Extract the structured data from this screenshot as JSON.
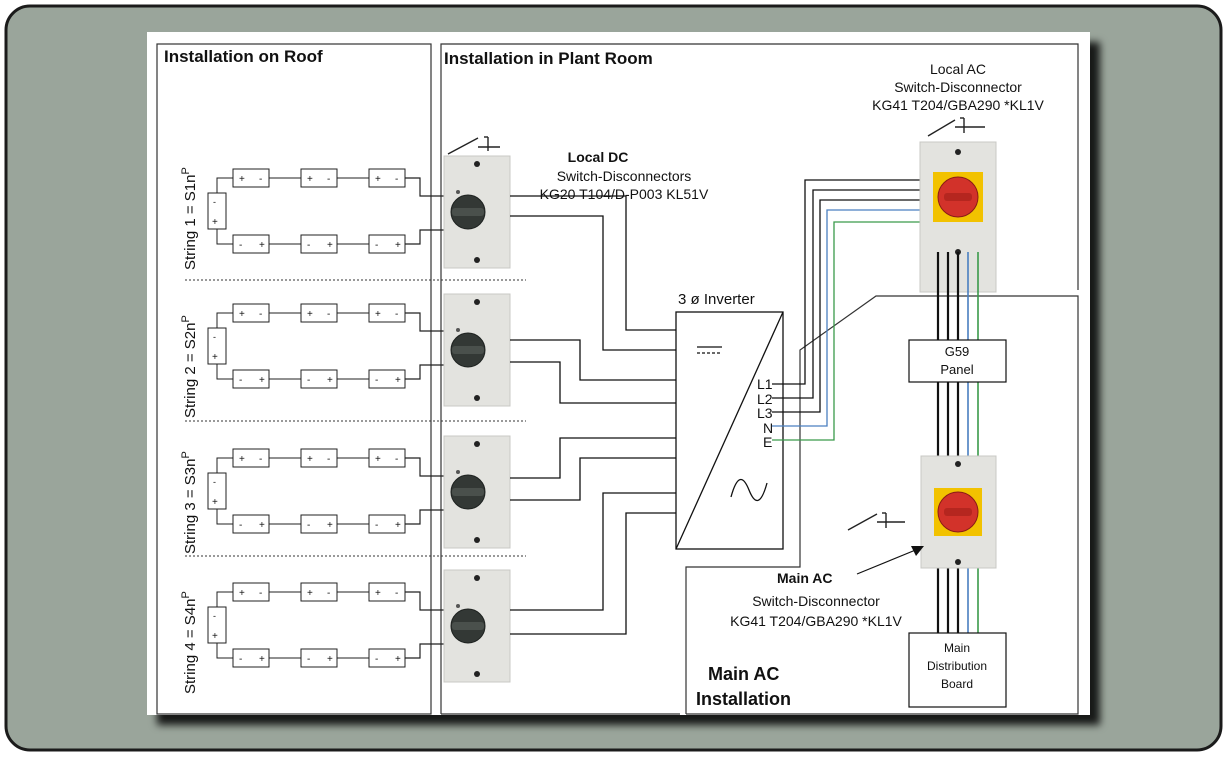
{
  "sections": {
    "roof": "Installation on Roof",
    "plant": "Installation in Plant Room",
    "main_install": [
      "Main AC",
      "Installation"
    ]
  },
  "strings": [
    {
      "label": "String 1 = S1n",
      "sup": "P"
    },
    {
      "label": "String 2 = S2n",
      "sup": "P"
    },
    {
      "label": "String 3 = S3n",
      "sup": "P"
    },
    {
      "label": "String 4 = S4n",
      "sup": "P"
    }
  ],
  "module": {
    "plus": "+",
    "minus": "-"
  },
  "local_dc": {
    "title": "Local DC",
    "line2": "Switch-Disconnectors",
    "line3": "KG20 T104/D-P003 KL51V"
  },
  "local_ac": {
    "line1": "Local AC",
    "line2": "Switch-Disconnector",
    "line3": "KG41 T204/GBA290 *KL1V"
  },
  "inverter": {
    "title": "3 ø Inverter",
    "terminals": [
      "L1",
      "L2",
      "L3",
      "N",
      "E"
    ],
    "ac_symbol": "∿"
  },
  "g59": {
    "line1": "G59",
    "line2": "Panel"
  },
  "main_ac": {
    "title": "Main AC",
    "line2": "Switch-Disconnector",
    "line3": "KG41 T204/GBA290 *KL1V"
  },
  "mdb": {
    "line1": "Main",
    "line2": "Distribution",
    "line3": "Board"
  },
  "colors": {
    "frame_bg": "#9aa59b",
    "neutral_wire": "#4a7fc0",
    "earth_wire": "#3a9a4a",
    "isolator_red": "#d2322a",
    "isolator_yellow": "#f2c200",
    "knob_dark": "#333835"
  }
}
